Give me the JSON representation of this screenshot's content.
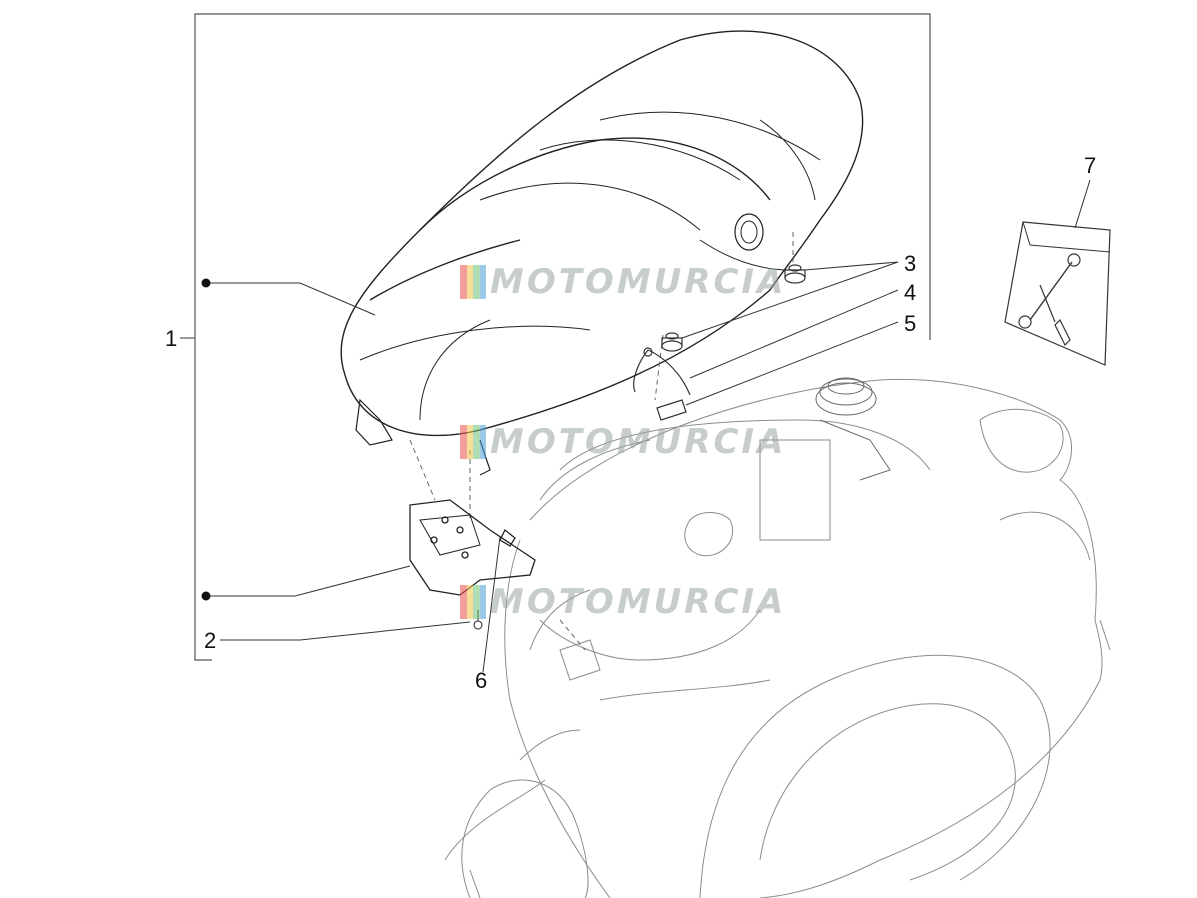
{
  "callouts": {
    "c1": "1",
    "c2": "2",
    "c3": "3",
    "c4": "4",
    "c5": "5",
    "c6": "6",
    "c7": "7"
  },
  "watermark": {
    "text": "MOTOMURCIA",
    "flag_colors": [
      "#e8524a",
      "#f1c64a",
      "#6fc27a",
      "#4a9fd8"
    ]
  },
  "colors": {
    "line": "#3a3a3a",
    "faint_line": "#9a9a9a",
    "callout_text": "#111111"
  }
}
